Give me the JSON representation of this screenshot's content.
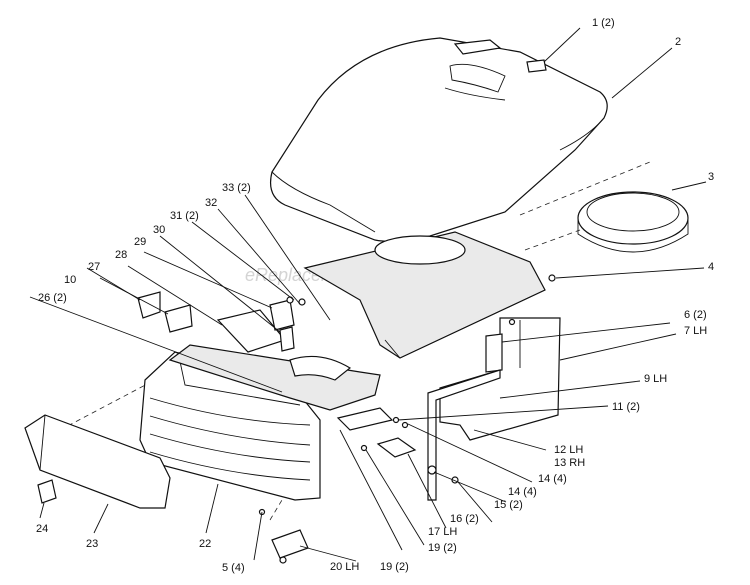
{
  "watermark": "eReplacementParts.com",
  "callouts": [
    {
      "id": "c1",
      "text": "1 (2)"
    },
    {
      "id": "c2",
      "text": "2"
    },
    {
      "id": "c3",
      "text": "3"
    },
    {
      "id": "c4",
      "text": "4"
    },
    {
      "id": "c6",
      "text": "6 (2)"
    },
    {
      "id": "c7",
      "text": "7 LH"
    },
    {
      "id": "c9",
      "text": "9 LH"
    },
    {
      "id": "c10",
      "text": "10"
    },
    {
      "id": "c11",
      "text": "11 (2)"
    },
    {
      "id": "c12",
      "text": "12 LH"
    },
    {
      "id": "c13",
      "text": "13 RH"
    },
    {
      "id": "c14a",
      "text": "14 (4)"
    },
    {
      "id": "c14b",
      "text": "14 (4)"
    },
    {
      "id": "c15",
      "text": "15 (2)"
    },
    {
      "id": "c16",
      "text": "16 (2)"
    },
    {
      "id": "c17",
      "text": "17 LH"
    },
    {
      "id": "c19a",
      "text": "19 (2)"
    },
    {
      "id": "c19b",
      "text": "19 (2)"
    },
    {
      "id": "c20",
      "text": "20 LH"
    },
    {
      "id": "c22",
      "text": "22"
    },
    {
      "id": "c23",
      "text": "23"
    },
    {
      "id": "c24",
      "text": "24"
    },
    {
      "id": "c5",
      "text": "5 (4)"
    },
    {
      "id": "c26",
      "text": "26 (2)"
    },
    {
      "id": "c27",
      "text": "27"
    },
    {
      "id": "c28",
      "text": "28"
    },
    {
      "id": "c29",
      "text": "29"
    },
    {
      "id": "c30",
      "text": "30"
    },
    {
      "id": "c31",
      "text": "31 (2)"
    },
    {
      "id": "c32",
      "text": "32"
    },
    {
      "id": "c33",
      "text": "33 (2)"
    }
  ]
}
